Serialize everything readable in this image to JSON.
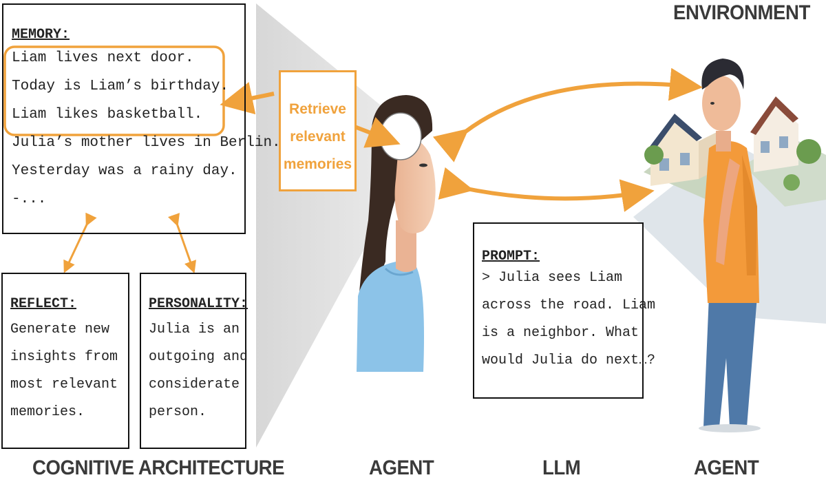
{
  "memory": {
    "heading": "MEMORY:",
    "lines": [
      "Liam lives next door.",
      "Today is Liam’s birthday.",
      "Liam likes basketball.",
      "Julia’s mother lives in Berlin.",
      "Yesterday was a rainy day.",
      "-..."
    ]
  },
  "reflect": {
    "heading": "REFLECT:",
    "lines": [
      "Generate new",
      "insights from",
      "most relevant",
      "memories."
    ]
  },
  "personality": {
    "heading": "PERSONALITY:",
    "lines": [
      "Julia is an",
      "outgoing and",
      "considerate",
      "person."
    ]
  },
  "retrieve": {
    "lines": [
      "Retrieve",
      "relevant",
      "memories"
    ]
  },
  "prompt": {
    "heading": "PROMPT:",
    "lines": [
      "> Julia sees Liam",
      "across the road. Liam",
      "is a neighbor. What",
      "would Julia do next…?"
    ]
  },
  "captions": {
    "environment": "ENVIRONMENT",
    "cognitive": "COGNITIVE ARCHITECTURE",
    "agent_left": "AGENT",
    "llm": "LLM",
    "agent_right": "AGENT"
  },
  "colors": {
    "accent": "#f0a23c",
    "line": "#111111",
    "text": "#222222",
    "caption": "#3a3a3a",
    "shirt_julia": "#8cc3e8",
    "shirt_liam": "#f39a3a",
    "hair": "#3a2a22"
  }
}
